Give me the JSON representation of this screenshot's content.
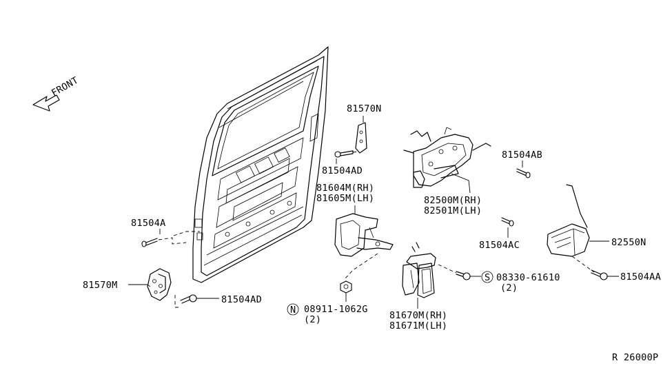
{
  "front_label": "FRONT",
  "labels": {
    "p81570N": "81570N",
    "p81504AD_top": "81504AD",
    "p81604M": "81604M(RH)",
    "p81605M": "81605M(LH)",
    "p82500M": "82500M(RH)",
    "p82501M": "82501M(LH)",
    "p81504AB": "81504AB",
    "p81504A": "81504A",
    "p81570M": "81570M",
    "p81504AD_bot": "81504AD",
    "p81504AC": "81504AC",
    "p82550N": "82550N",
    "p81504AA": "81504AA",
    "p08330": "08330-61610",
    "p08330_qty": "(2)",
    "p08330_prefix": "S",
    "p08911": "08911-1062G",
    "p08911_qty": "(2)",
    "p08911_prefix": "N",
    "p81670M": "81670M(RH)",
    "p81671M": "81671M(LH)",
    "diagram_code": "R 26000P"
  }
}
